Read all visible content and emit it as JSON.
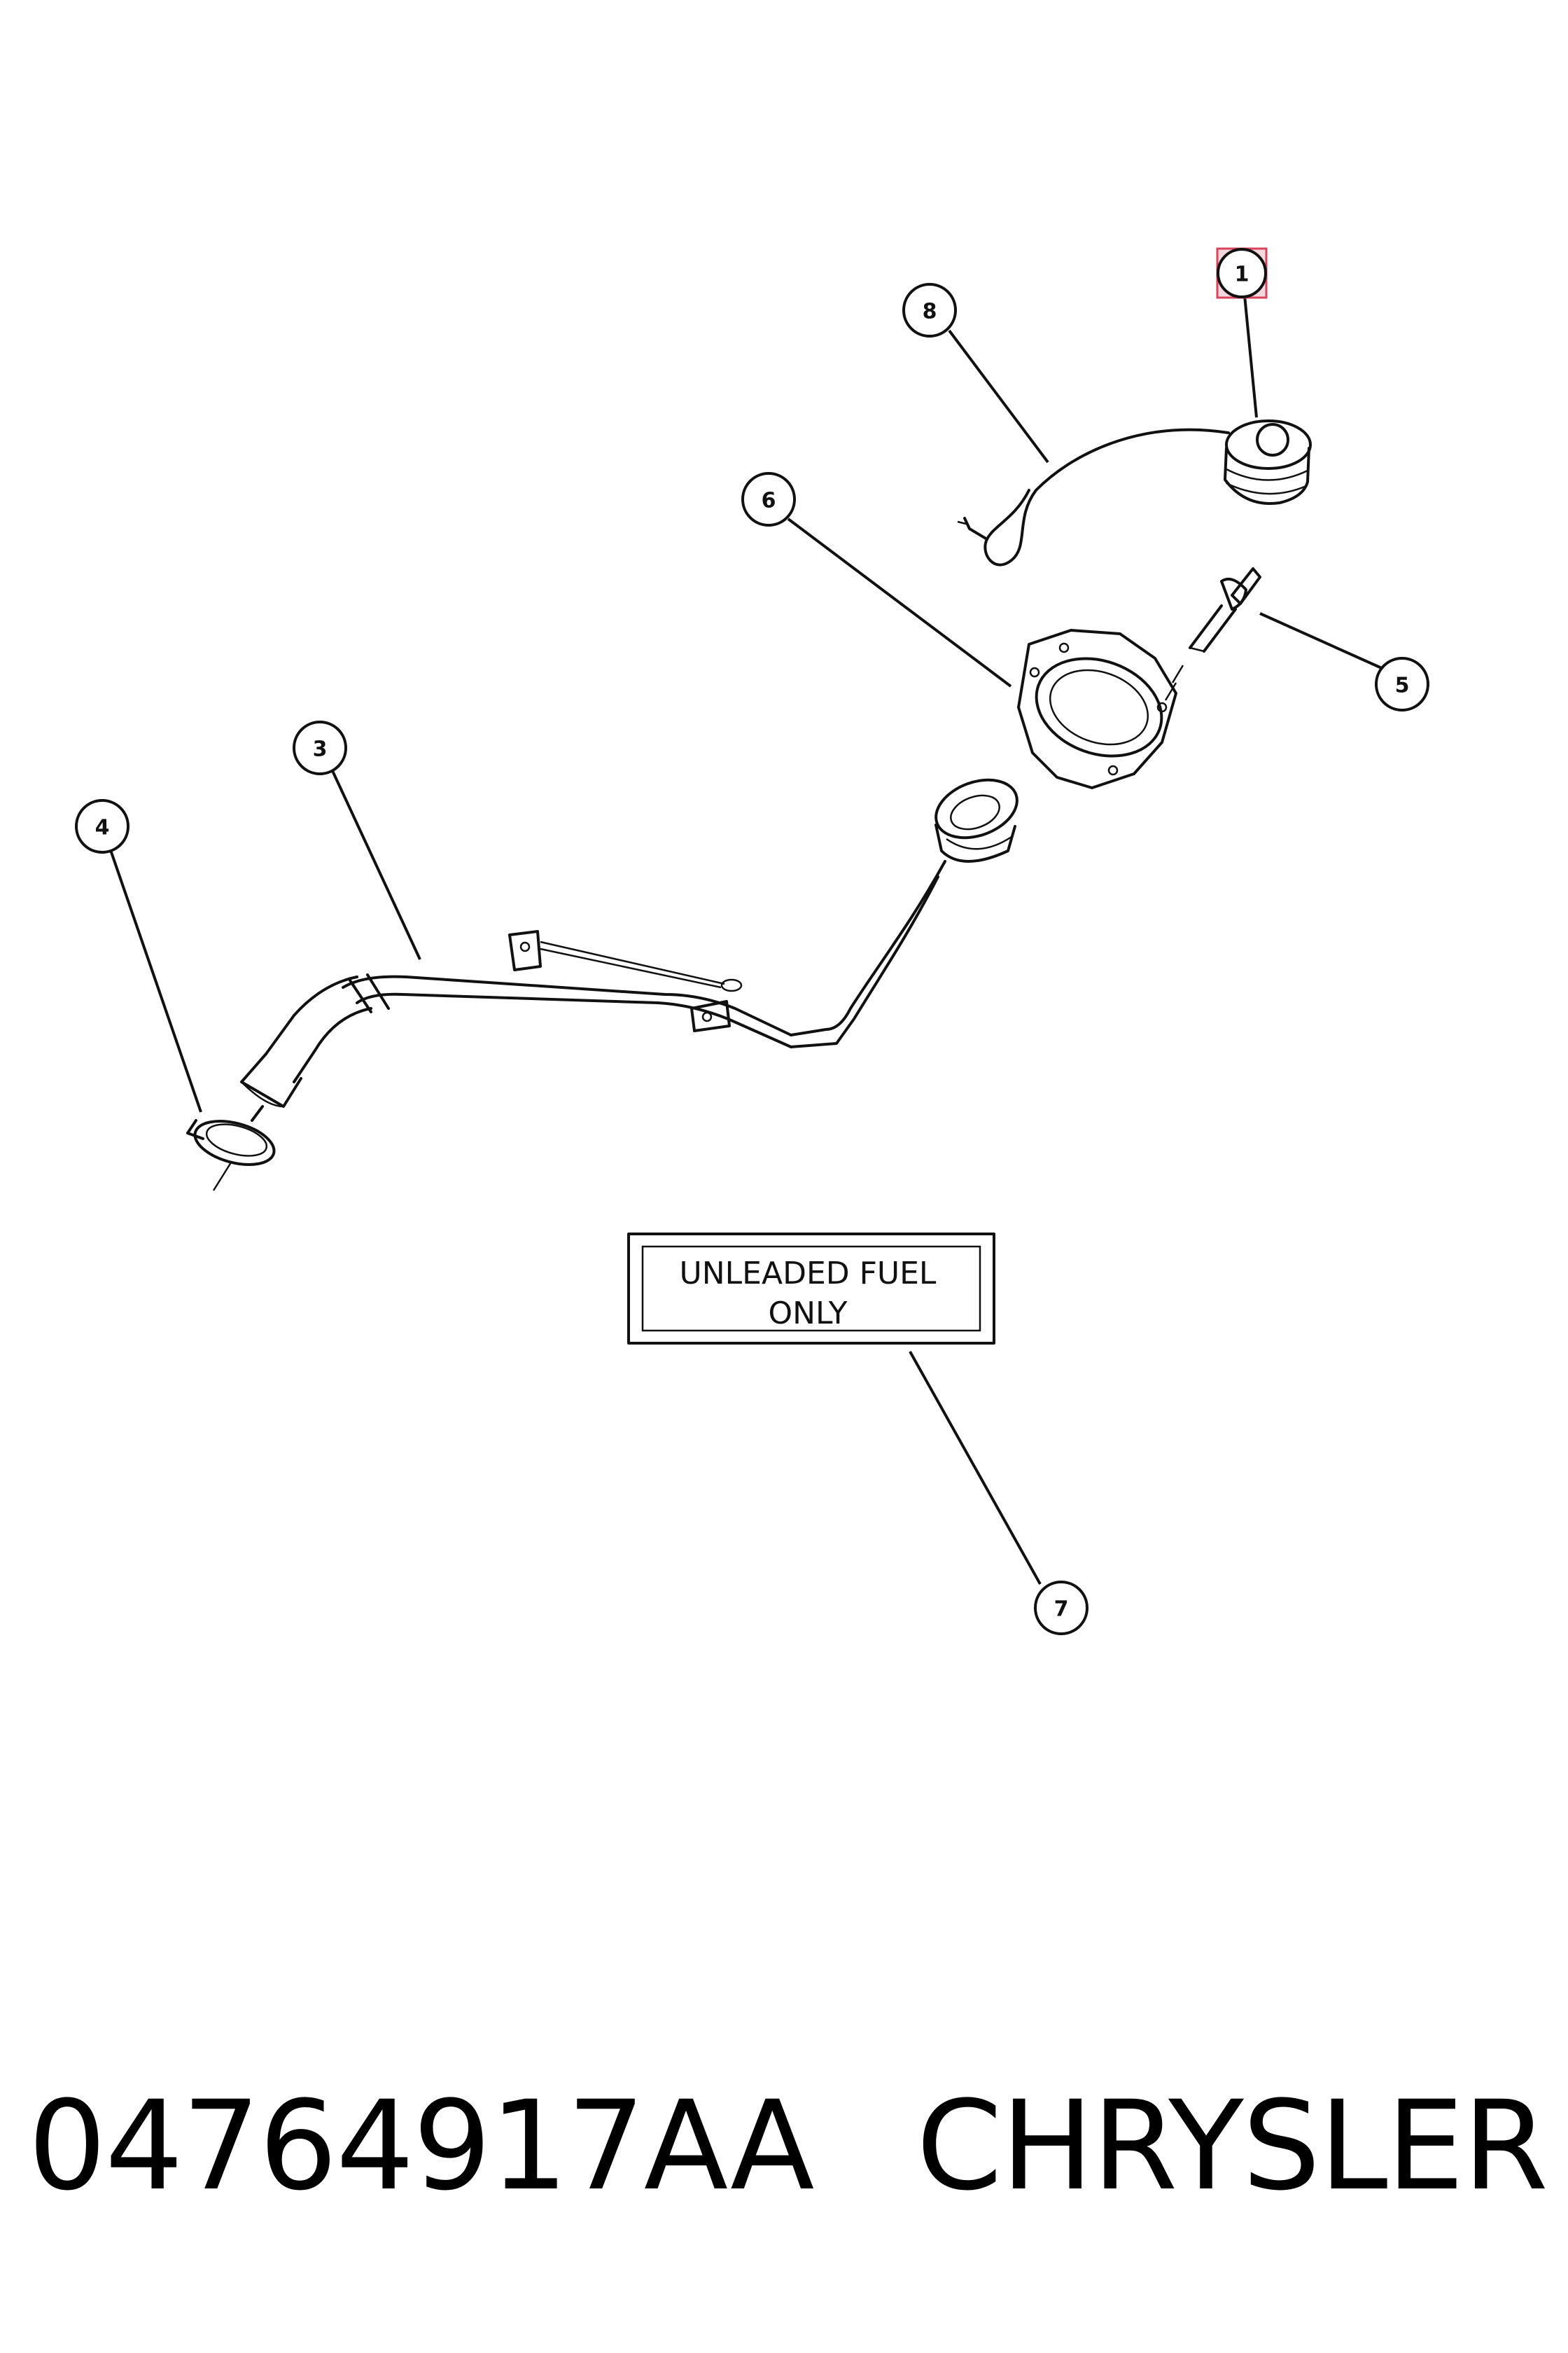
{
  "callouts": {
    "c1": "1",
    "c3": "3",
    "c4": "4",
    "c5": "5",
    "c6": "6",
    "c7": "7",
    "c8": "8"
  },
  "label_plate": {
    "line1": "UNLEADED FUEL",
    "line2": "ONLY"
  },
  "highlight_color": "#f4d6dd",
  "highlight_border": "#d9445c",
  "footer": {
    "part_number": "04764917AA",
    "brand": "CHRYSLER"
  }
}
